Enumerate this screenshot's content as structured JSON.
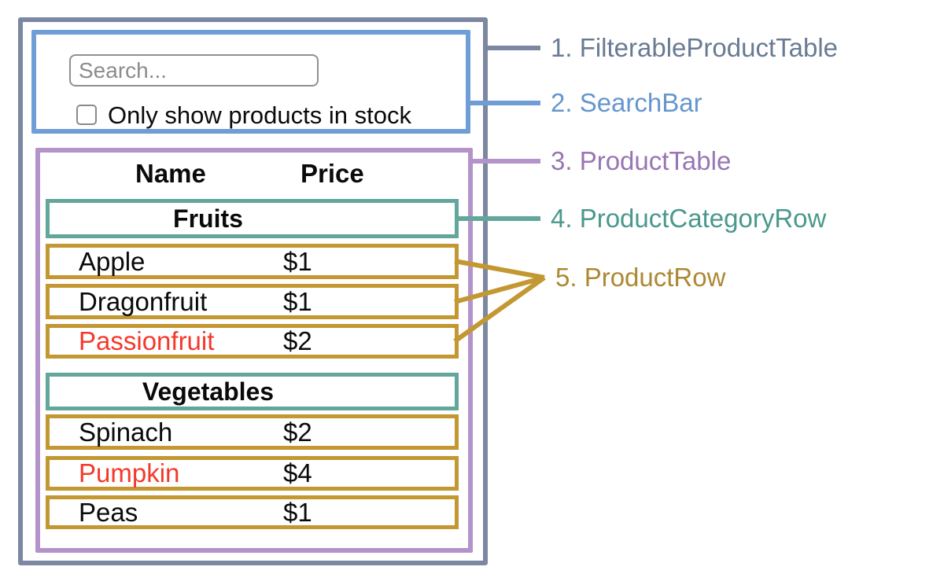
{
  "diagram": {
    "search_bar": {
      "placeholder": "Search...",
      "checkbox_label": "Only show products in stock",
      "checkbox_checked": false
    },
    "table": {
      "headers": {
        "name": "Name",
        "price": "Price"
      },
      "sections": [
        {
          "category": "Fruits",
          "rows": [
            {
              "name": "Apple",
              "price": "$1",
              "out_of_stock": false
            },
            {
              "name": "Dragonfruit",
              "price": "$1",
              "out_of_stock": false
            },
            {
              "name": "Passionfruit",
              "price": "$2",
              "out_of_stock": true
            }
          ]
        },
        {
          "category": "Vegetables",
          "rows": [
            {
              "name": "Spinach",
              "price": "$2",
              "out_of_stock": false
            },
            {
              "name": "Pumpkin",
              "price": "$4",
              "out_of_stock": true
            },
            {
              "name": "Peas",
              "price": "$1",
              "out_of_stock": false
            }
          ]
        }
      ]
    },
    "legend": [
      {
        "label": "1. FilterableProductTable",
        "color": "#697a93"
      },
      {
        "label": "2. SearchBar",
        "color": "#6596ce"
      },
      {
        "label": "3. ProductTable",
        "color": "#9776b4"
      },
      {
        "label": "4. ProductCategoryRow",
        "color": "#4a988d"
      },
      {
        "label": "5. ProductRow",
        "color": "#ac8933"
      }
    ],
    "colors": {
      "filterable_product_table_border": "#7c88a1",
      "search_bar_border": "#6f9ed6",
      "product_table_border": "#b493ca",
      "product_category_row_border": "#63a79c",
      "product_row_border": "#c39732",
      "out_of_stock_text": "#f4392b"
    }
  }
}
